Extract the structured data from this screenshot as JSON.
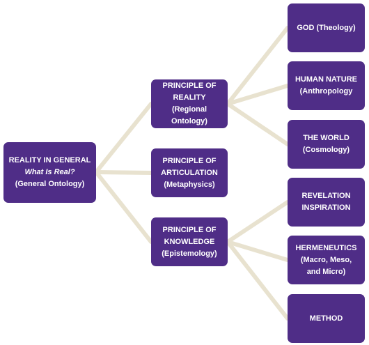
{
  "root": {
    "line1": "REALITY IN GENERAL",
    "line2": "What Is Real?",
    "line3": "(General Ontology)"
  },
  "principles": [
    {
      "line1": "PRINCIPLE OF",
      "line2": "REALITY",
      "line3": "(Regional Ontology)"
    },
    {
      "line1": "PRINCIPLE OF",
      "line2": "ARTICULATION",
      "line3": "(Metaphysics)"
    },
    {
      "line1": "PRINCIPLE OF",
      "line2": "KNOWLEDGE",
      "line3": "(Epistemology)"
    }
  ],
  "leaves": [
    {
      "line1": "GOD (Theology)",
      "line2": "",
      "line3": ""
    },
    {
      "line1": "HUMAN NATURE",
      "line2": "(Anthropology",
      "line3": ""
    },
    {
      "line1": "THE WORLD",
      "line2": "(Cosmology)",
      "line3": ""
    },
    {
      "line1": "REVELATION",
      "line2": "INSPIRATION",
      "line3": ""
    },
    {
      "line1": "HERMENEUTICS",
      "line2": "(Macro, Meso,",
      "line3": "and Micro)"
    },
    {
      "line1": "METHOD",
      "line2": "",
      "line3": ""
    }
  ],
  "colors": {
    "node_fill": "#4f2d87",
    "node_text": "#ffffff",
    "connector": "#e8e2cf"
  }
}
